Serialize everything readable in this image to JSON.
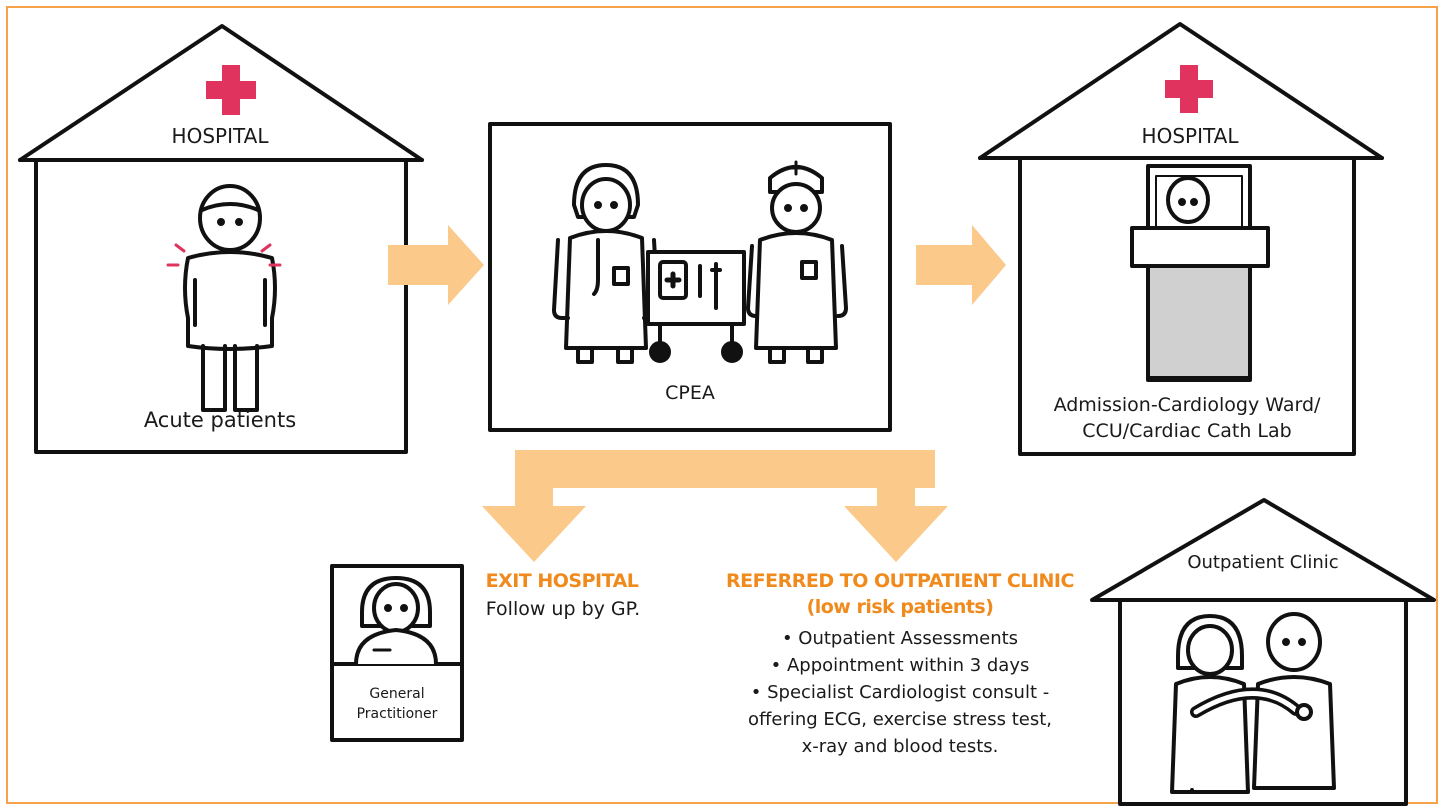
{
  "colors": {
    "accent": "#f08a1c",
    "arrow": "#fbc98a",
    "cross": "#e0335e",
    "frame": "#f5a24b",
    "bed": "#d0d0d0"
  },
  "hospital_left": {
    "sign": "HOSPITAL",
    "caption": "Acute patients"
  },
  "cpea": {
    "caption": "CPEA"
  },
  "hospital_right": {
    "sign": "HOSPITAL",
    "caption_line1": "Admission-Cardiology Ward/",
    "caption_line2": "CCU/Cardiac Cath Lab"
  },
  "exit": {
    "heading": "EXIT HOSPITAL",
    "text": "Follow up by GP."
  },
  "gp": {
    "line1": "General",
    "line2": "Practitioner"
  },
  "referral": {
    "heading1": "REFERRED TO OUTPATIENT CLINIC",
    "heading2": "(low risk patients)",
    "bullets": [
      "• Outpatient Assessments",
      "• Appointment within 3 days",
      "• Specialist Cardiologist consult -",
      "offering ECG, exercise stress test,",
      "x-ray and blood tests."
    ]
  },
  "clinic": {
    "sign": "Outpatient Clinic"
  },
  "icons": [
    "medical-cross-icon",
    "patient-figure-icon",
    "doctor-figure-icon",
    "nurse-figure-icon",
    "medical-cart-icon",
    "hospital-bed-icon",
    "gp-figure-icon",
    "arrow-icon"
  ]
}
